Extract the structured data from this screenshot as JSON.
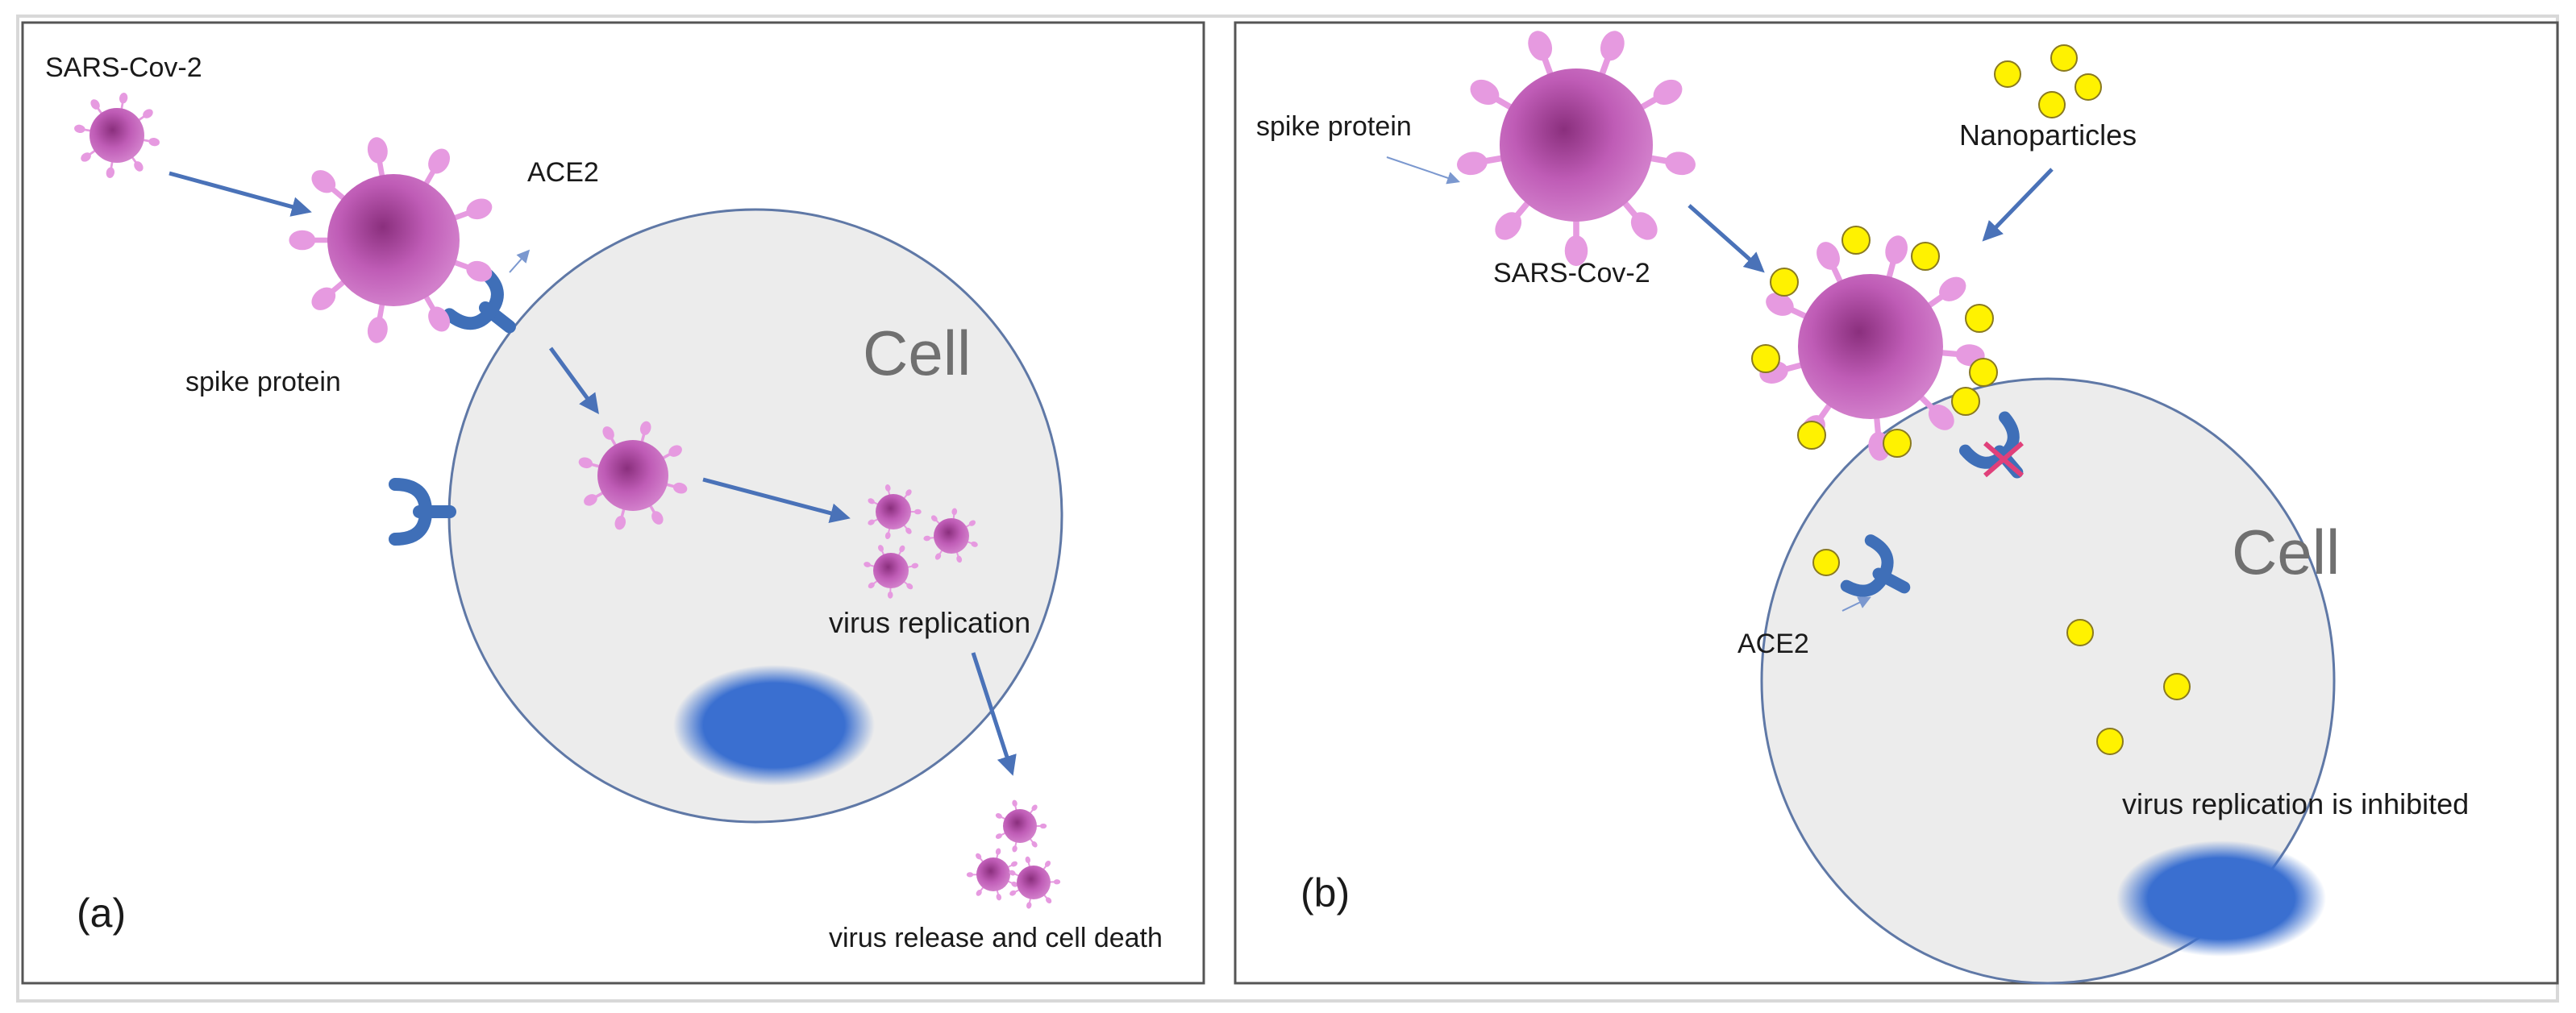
{
  "panel_a": {
    "tag": "(a)",
    "virus_label": "SARS-Cov-2",
    "spike_label": "spike protein",
    "receptor_label": "ACE2",
    "cell_label": "Cell",
    "replication_label": "virus replication",
    "release_label": "virus release and cell death"
  },
  "panel_b": {
    "tag": "(b)",
    "spike_label": "spike protein",
    "virus_label": "SARS-Cov-2",
    "nanoparticles_label": "Nanoparticles",
    "receptor_label": "ACE2",
    "cell_label": "Cell",
    "inhibited_label": "virus replication is inhibited"
  },
  "colors": {
    "virus": "#c063b8",
    "spike": "#e69ae0",
    "receptor": "#3f6fb8",
    "arrow": "#4a72b8",
    "nucleus": "#3a6fd0",
    "cell_fill": "#ececec",
    "cell_stroke": "#5f78a6",
    "nanoparticle": "#fff200",
    "block_mark": "#e0407a"
  }
}
